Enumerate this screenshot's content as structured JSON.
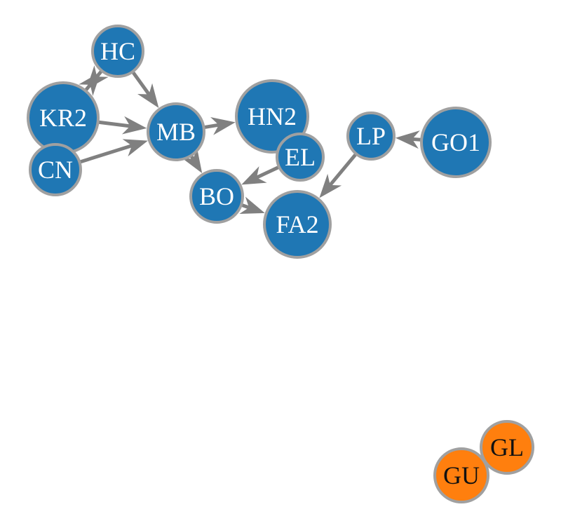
{
  "colors": {
    "blue": "#1f77b4",
    "orange": "#ff7f0e",
    "edge": "#808080",
    "node_border": "#a0a0a0",
    "label_light": "#ffffff",
    "label_dark": "#111111"
  },
  "nodes": [
    {
      "id": "HC",
      "label": "HC",
      "group": "blue"
    },
    {
      "id": "KR2",
      "label": "KR2",
      "group": "blue"
    },
    {
      "id": "CN",
      "label": "CN",
      "group": "blue"
    },
    {
      "id": "MB",
      "label": "MB",
      "group": "blue"
    },
    {
      "id": "HN2",
      "label": "HN2",
      "group": "blue"
    },
    {
      "id": "EL",
      "label": "EL",
      "group": "blue"
    },
    {
      "id": "LP",
      "label": "LP",
      "group": "blue"
    },
    {
      "id": "GO1",
      "label": "GO1",
      "group": "blue"
    },
    {
      "id": "BO",
      "label": "BO",
      "group": "blue"
    },
    {
      "id": "FA2",
      "label": "FA2",
      "group": "blue"
    },
    {
      "id": "GL",
      "label": "GL",
      "group": "orange"
    },
    {
      "id": "GU",
      "label": "GU",
      "group": "orange"
    }
  ],
  "edges": [
    {
      "from": "KR2",
      "to": "HC"
    },
    {
      "from": "HC",
      "to": "KR2"
    },
    {
      "from": "HC",
      "to": "MB"
    },
    {
      "from": "KR2",
      "to": "MB"
    },
    {
      "from": "CN",
      "to": "MB"
    },
    {
      "from": "MB",
      "to": "HN2"
    },
    {
      "from": "MB",
      "to": "BO"
    },
    {
      "from": "EL",
      "to": "BO"
    },
    {
      "from": "BO",
      "to": "FA2"
    },
    {
      "from": "LP",
      "to": "FA2"
    },
    {
      "from": "GO1",
      "to": "LP"
    },
    {
      "from": "GL",
      "to": "GU"
    },
    {
      "from": "GU",
      "to": "GL"
    }
  ]
}
